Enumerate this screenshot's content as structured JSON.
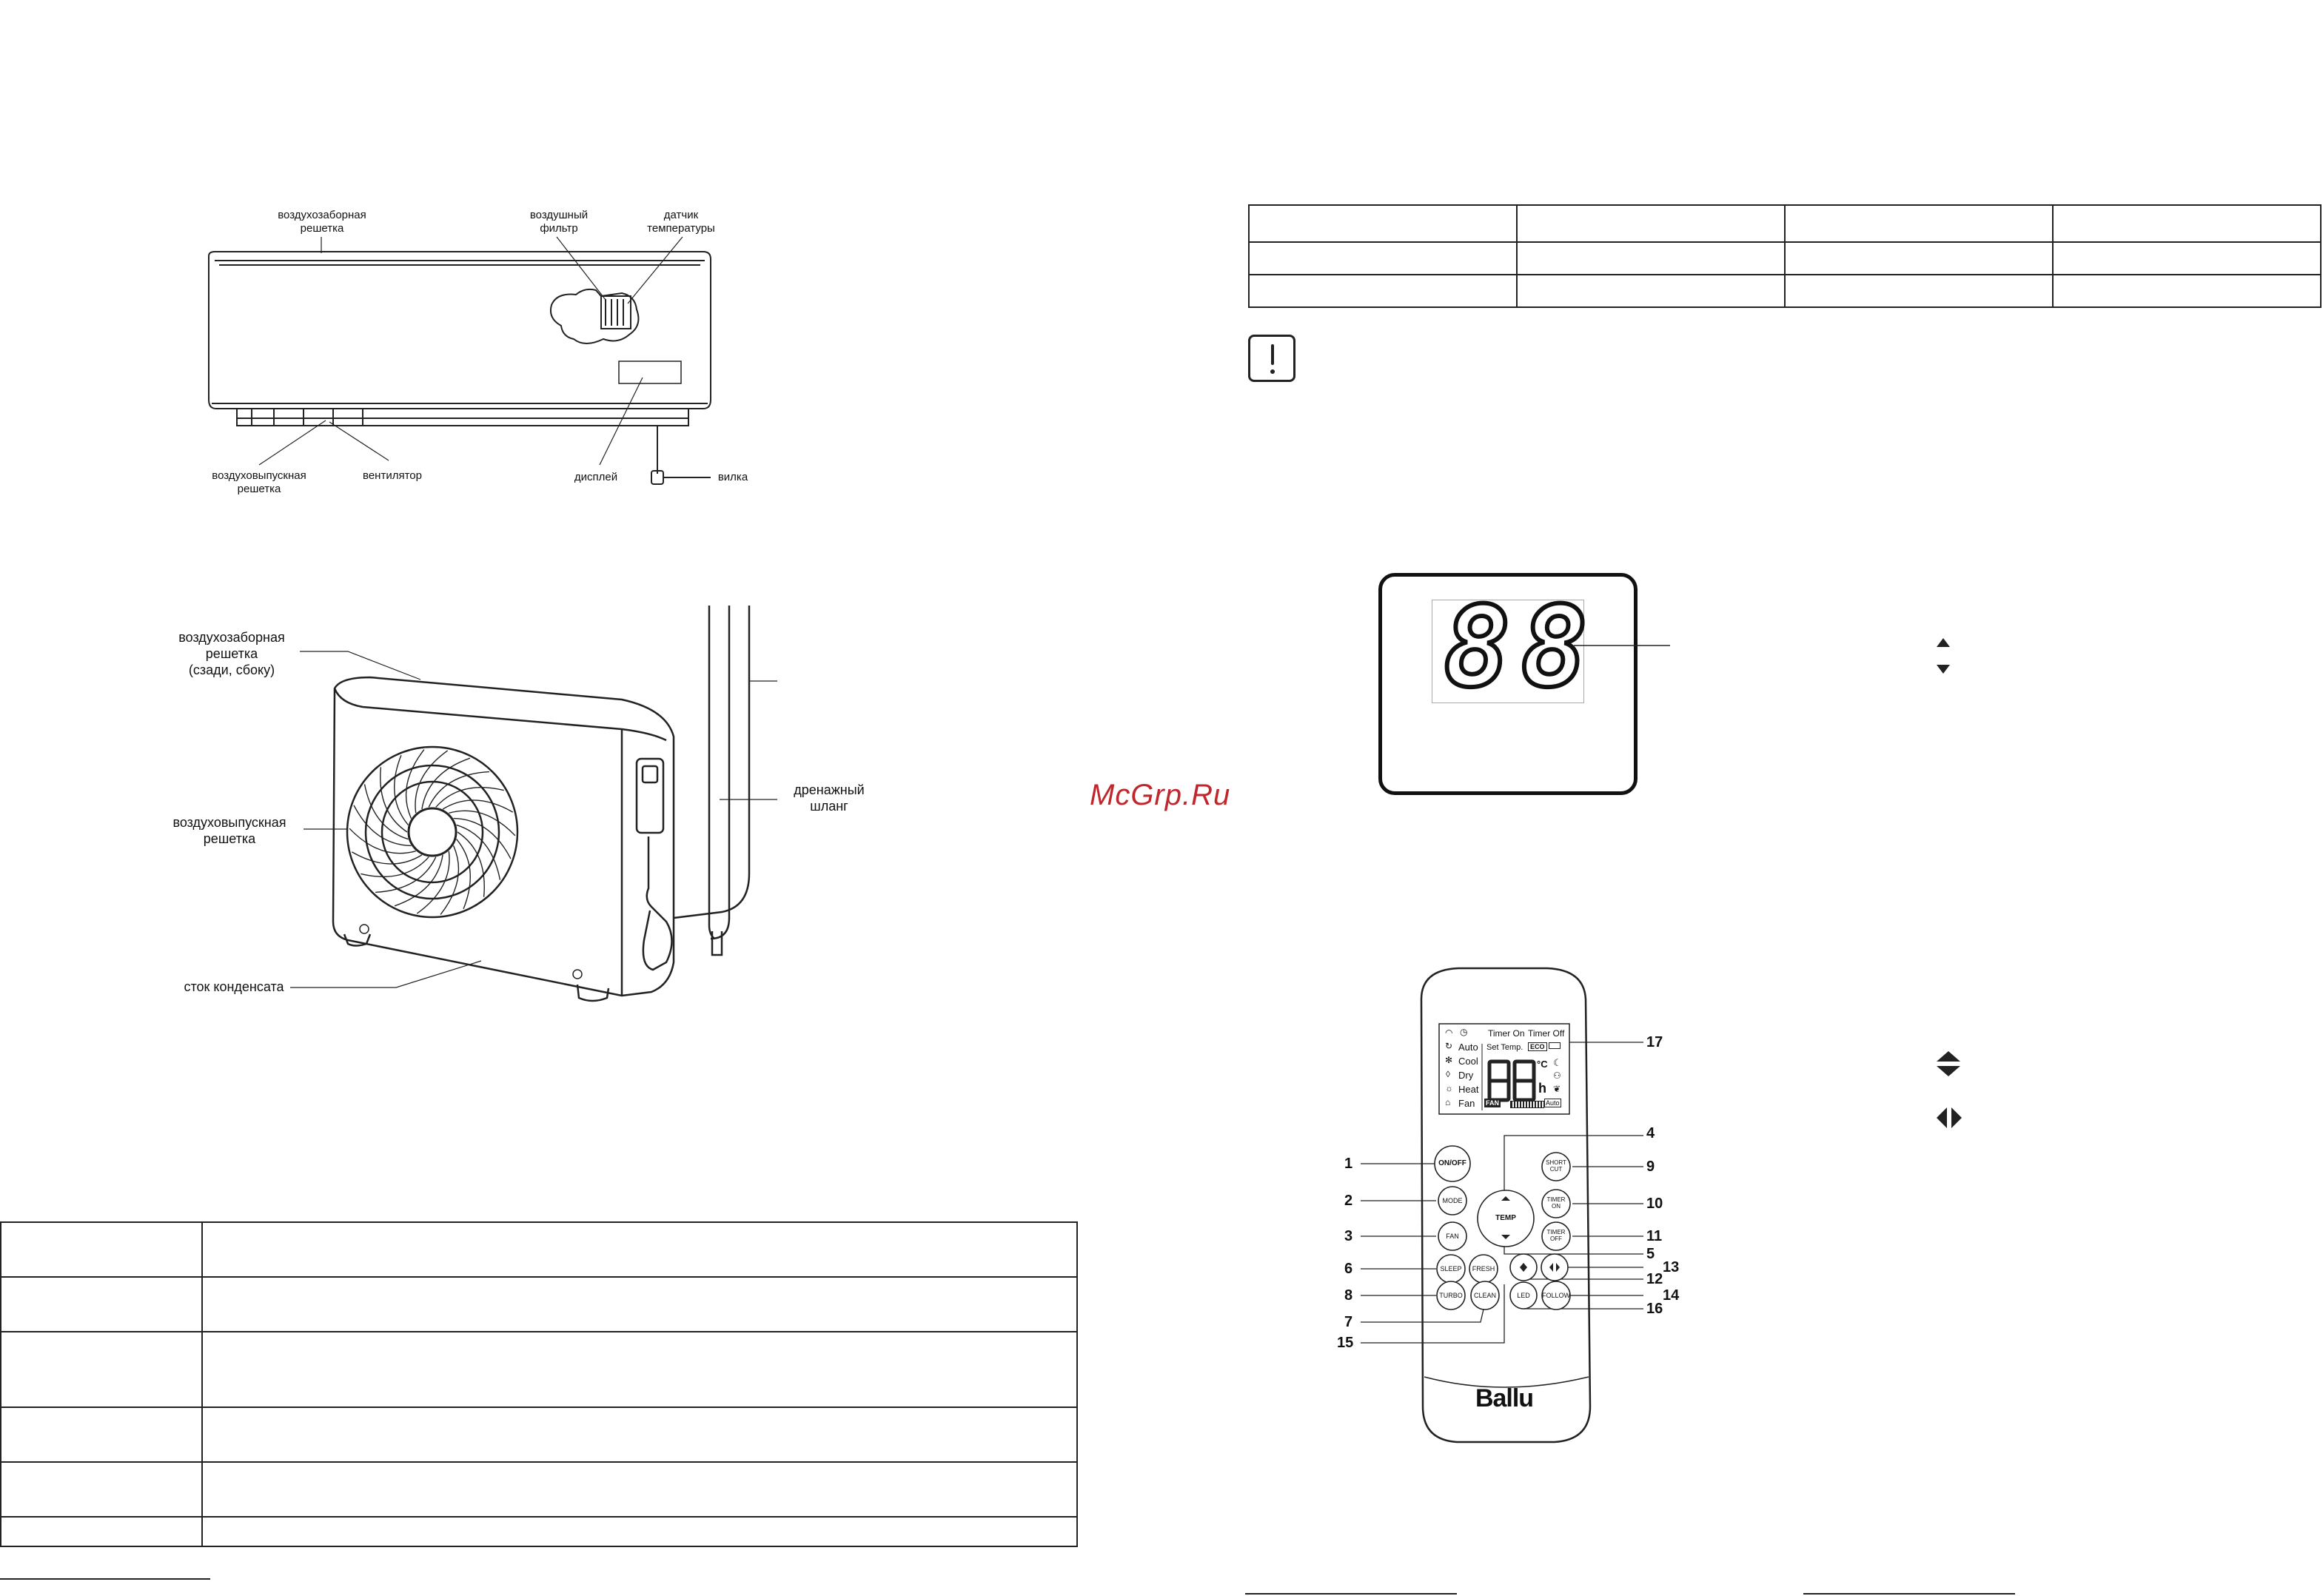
{
  "indoor_unit": {
    "labels": {
      "intake_grille": "воздухозаборная\nрешетка",
      "air_filter": "воздушный\nфильтр",
      "temp_sensor": "датчик\nтемпературы",
      "outlet_grille": "воздуховыпускная\nрешетка",
      "fan": "вентилятор",
      "display": "дисплей",
      "plug": "вилка"
    }
  },
  "outdoor_unit": {
    "labels": {
      "intake_grille": "воздухозаборная\nрешетка\n(сзади, сбоку)",
      "outlet_grille": "воздуховыпускная\nрешетка",
      "drain_hose": "дренажный\nшланг",
      "condensate_drain": "сток конденсата"
    }
  },
  "watermark": "McGrp.Ru",
  "display_panel": {
    "digits": "88"
  },
  "remote": {
    "brand": "Ballu",
    "lcd": {
      "timer_on": "Timer On",
      "timer_off": "Timer Off",
      "set_temp": "Set Temp.",
      "eco": "ECO",
      "auto": "Auto",
      "cool": "Cool",
      "dry": "Dry",
      "heat": "Heat",
      "fan": "Fan",
      "digits": "88",
      "fan_tag": "FAN",
      "fan_auto": "Auto"
    },
    "buttons": {
      "onoff": "ON/OFF",
      "mode": "MODE",
      "fan": "FAN",
      "sleep": "SLEEP",
      "fresh": "FRESH",
      "turbo": "TURBO",
      "clean": "CLEAN",
      "led": "LED",
      "follow": "FOLLOW",
      "temp": "TEMP",
      "shortcut_1": "SHORT",
      "shortcut_2": "CUT",
      "timer_on_1": "TIMER",
      "timer_on_2": "ON",
      "timer_off_1": "TIMER",
      "timer_off_2": "OFF"
    },
    "callouts": [
      "1",
      "2",
      "3",
      "4",
      "5",
      "6",
      "7",
      "8",
      "9",
      "10",
      "11",
      "12",
      "13",
      "14",
      "15",
      "16",
      "17"
    ]
  }
}
